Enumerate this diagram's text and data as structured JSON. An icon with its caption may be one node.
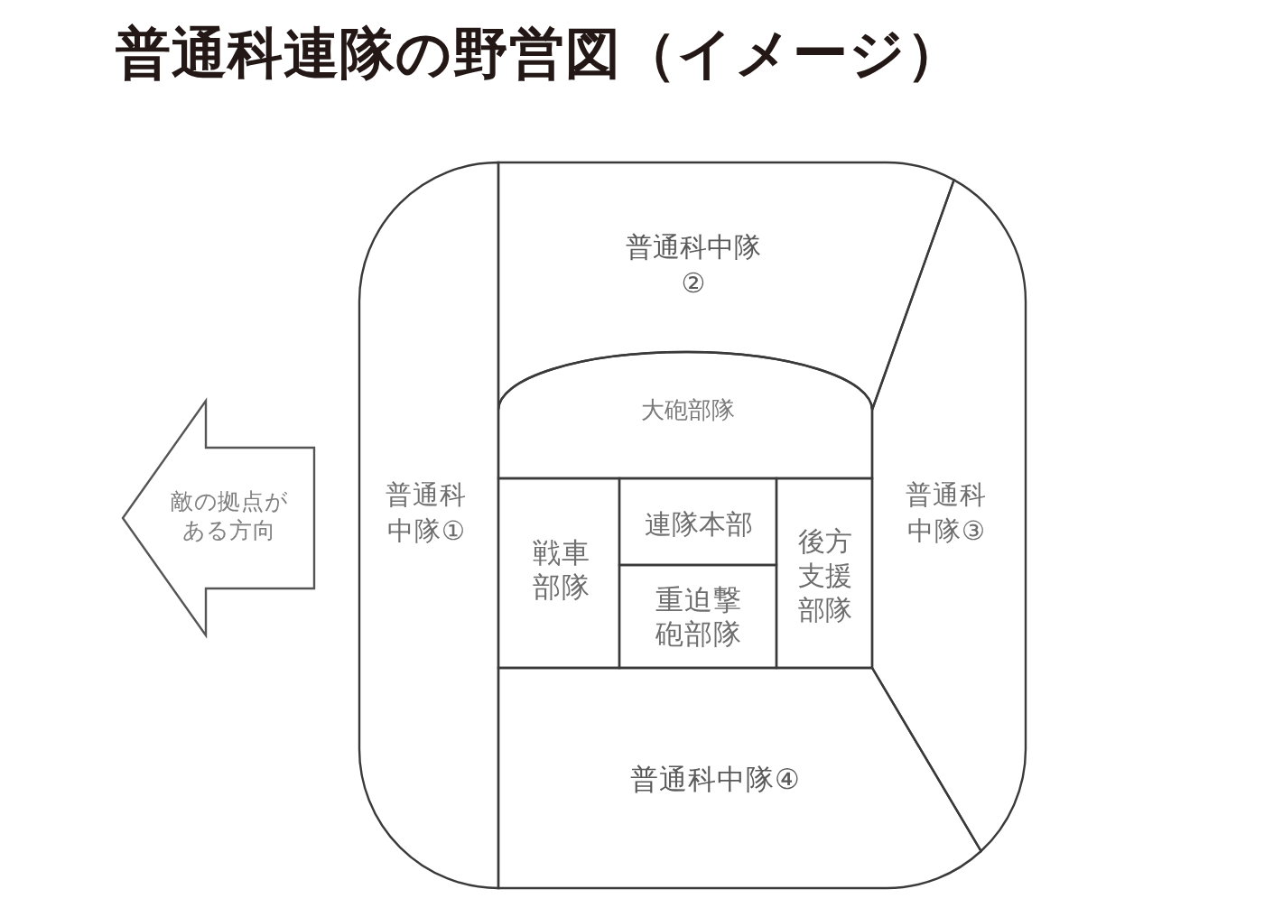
{
  "diagram": {
    "title": "普通科連隊の野営図（イメージ）",
    "nodes": [
      {
        "text": [
          "敵の拠点がある方向"
        ]
      },
      {
        "text": [
          "普通科中隊①"
        ]
      },
      {
        "text": [
          "普通科中隊②"
        ]
      },
      {
        "text": [
          "大砲部隊"
        ]
      },
      {
        "text": [
          "戦車部隊"
        ]
      },
      {
        "text": [
          "連隊本部"
        ]
      },
      {
        "text": [
          "重迫撃砲部隊"
        ]
      },
      {
        "text": [
          "後方支援部隊"
        ]
      },
      {
        "text": [
          "普通科中隊③"
        ]
      },
      {
        "text": [
          "普通科中隊④"
        ]
      }
    ]
  }
}
